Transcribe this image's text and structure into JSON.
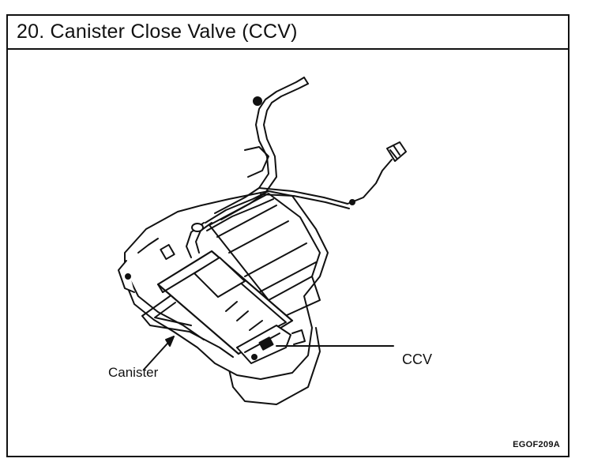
{
  "title": "20.  Canister Close Valve (CCV)",
  "labels": {
    "canister": "Canister",
    "ccv": "CCV"
  },
  "figure_code": "EGOF209A",
  "colors": {
    "ink": "#111111",
    "paper": "#ffffff",
    "shade": "#d9d9d9"
  }
}
